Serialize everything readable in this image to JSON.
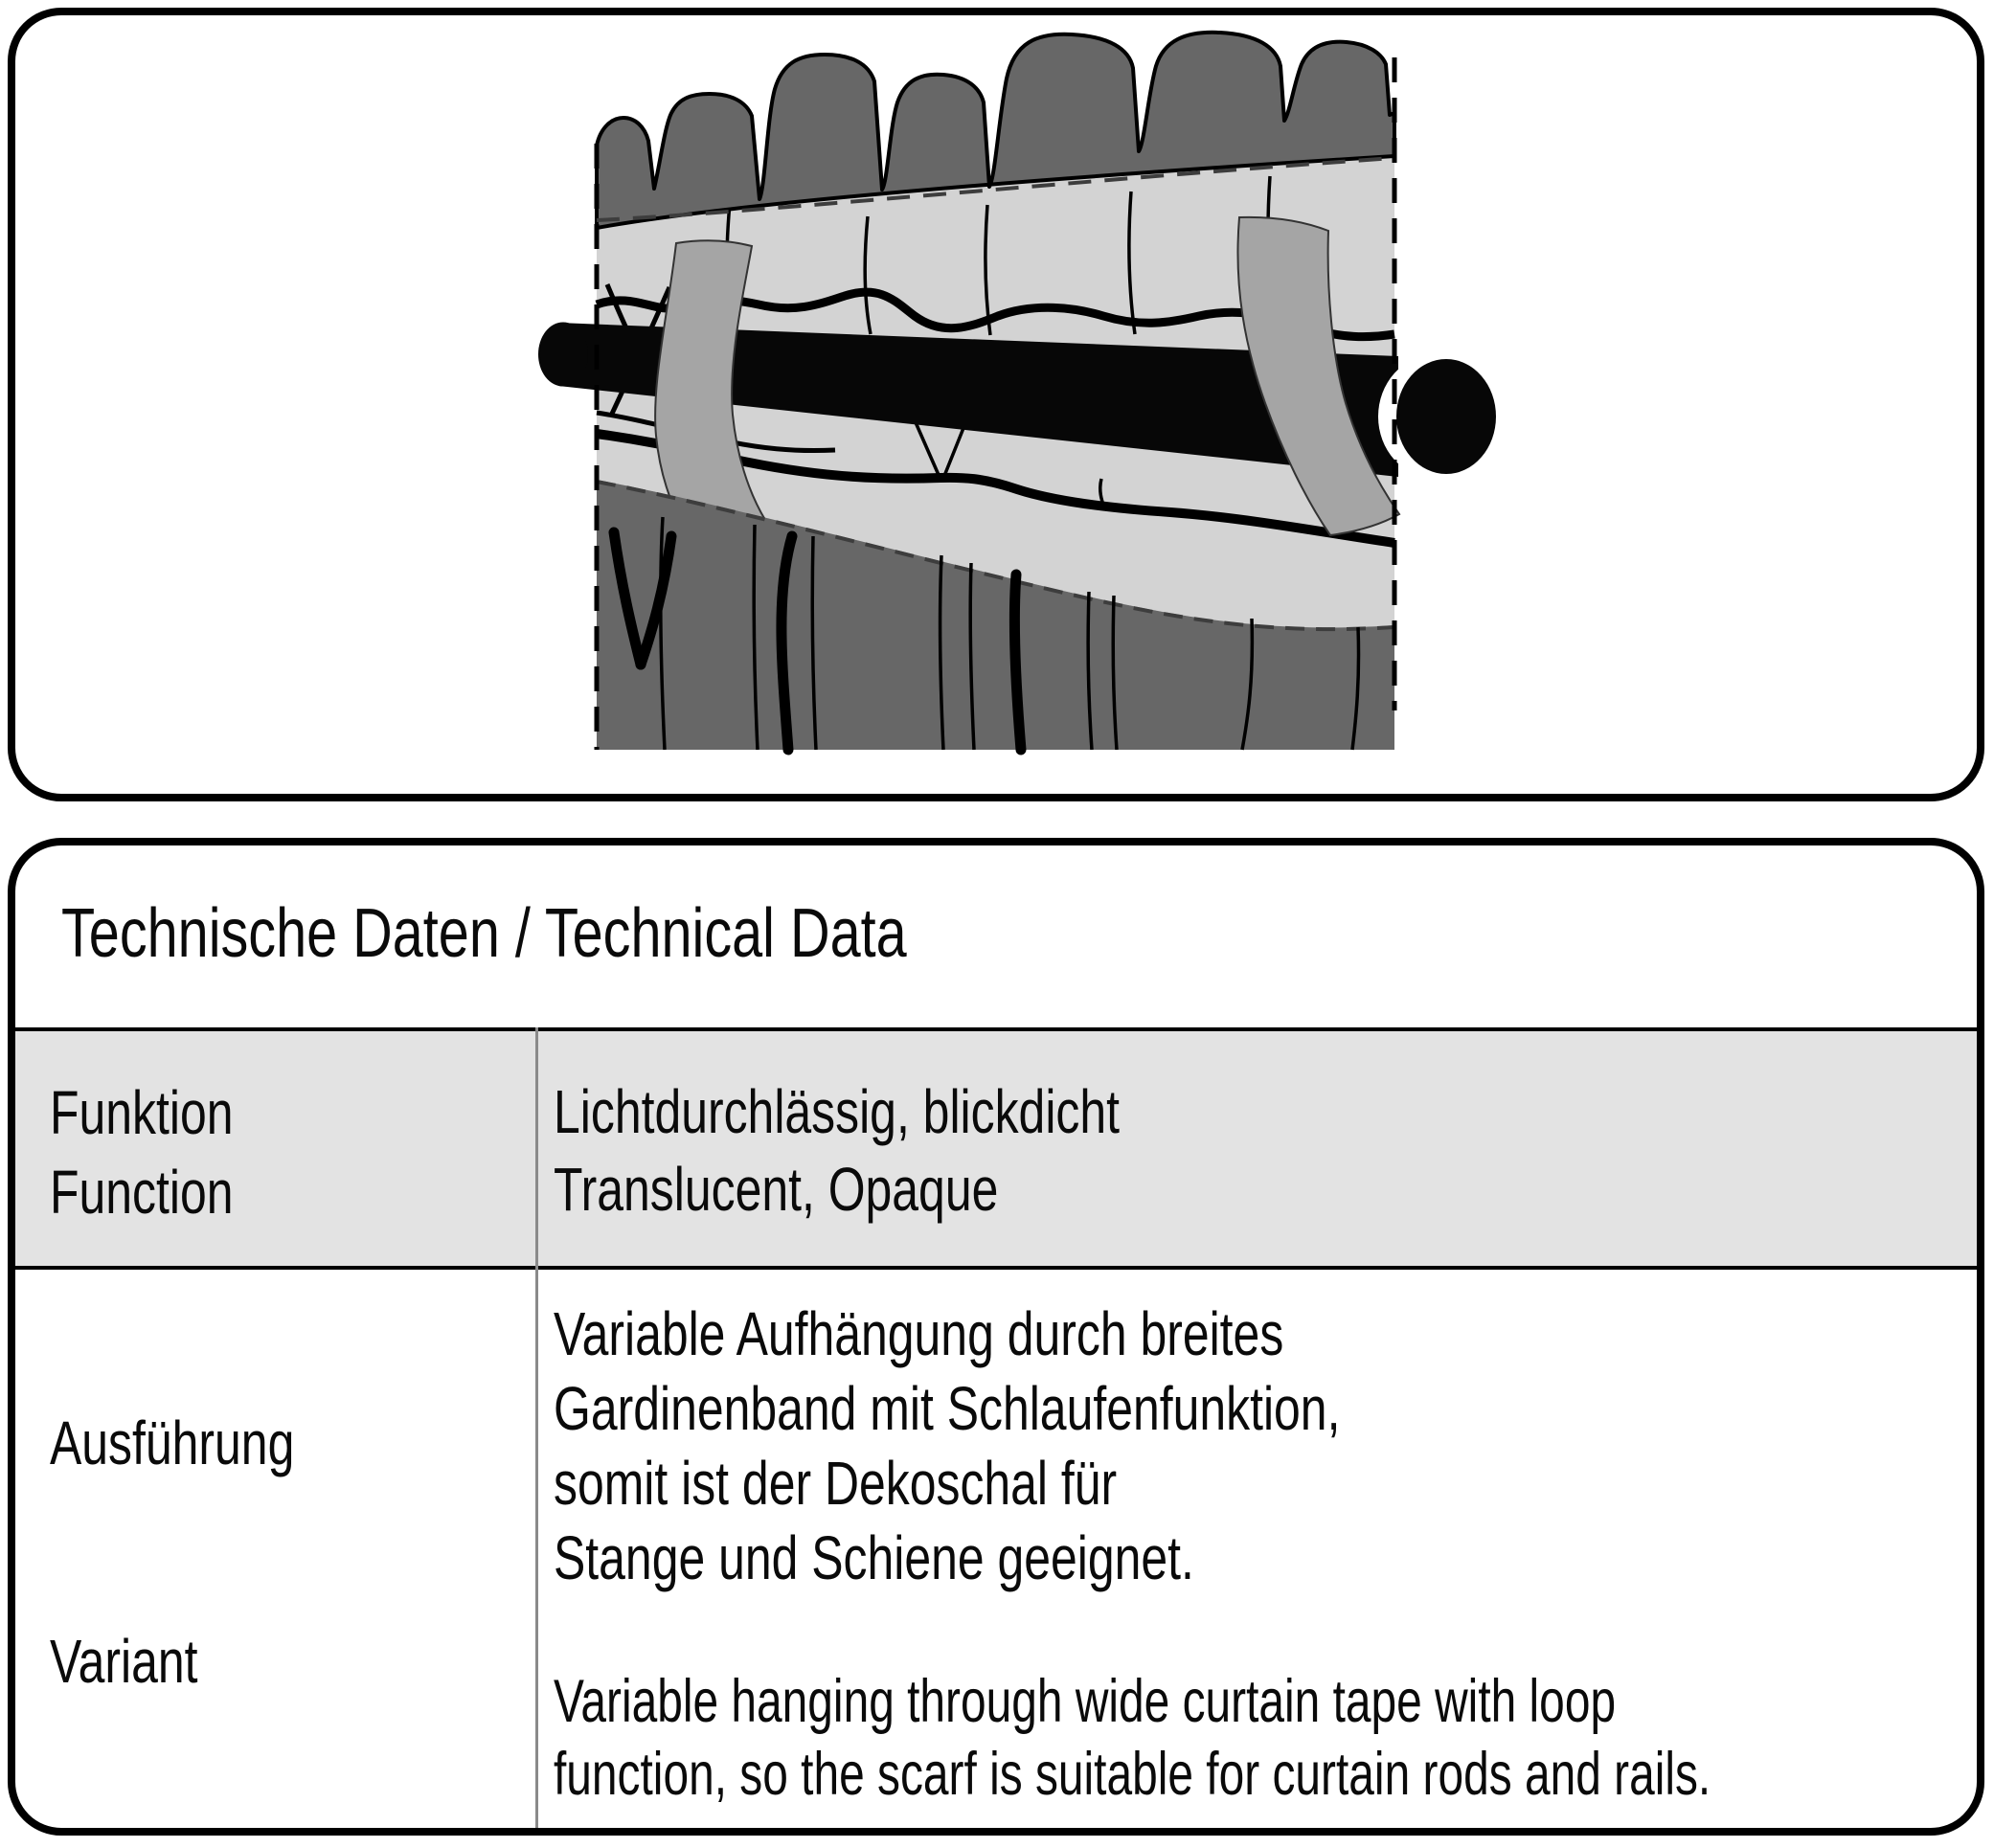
{
  "page": {
    "background": "#ffffff",
    "border_color": "#000000"
  },
  "illustration": {
    "name": "curtain-scarf-on-rod-with-loop-tape",
    "colors": {
      "curtain_dark": "#676767",
      "tape_light": "#d3d3d3",
      "loop_gray": "#a5a5a5",
      "rod_black": "#070707",
      "cap_ring_white": "#ffffff",
      "outline": "#000000",
      "stitch": "#3d3d3d"
    }
  },
  "table": {
    "title": "Technische Daten / Technical Data",
    "shaded_row_bg": "#e3e3e3",
    "divider_color": "#8a8a8a",
    "rows": [
      {
        "label_lines": [
          "Funktion",
          "Function"
        ],
        "value_lines": [
          "Lichtdurchlässig, blickdicht",
          "Translucent, Opaque"
        ]
      },
      {
        "label_lines": [
          "Ausführung",
          "Variant"
        ],
        "value_de_lines": [
          "Variable Aufhängung durch breites",
          "Gardinenband mit Schlaufenfunktion,",
          "somit ist der Dekoschal für",
          "Stange und Schiene geeignet."
        ],
        "value_en_lines": [
          "Variable hanging through wide curtain tape with loop",
          "function, so the scarf is suitable for curtain rods and rails."
        ]
      }
    ]
  }
}
